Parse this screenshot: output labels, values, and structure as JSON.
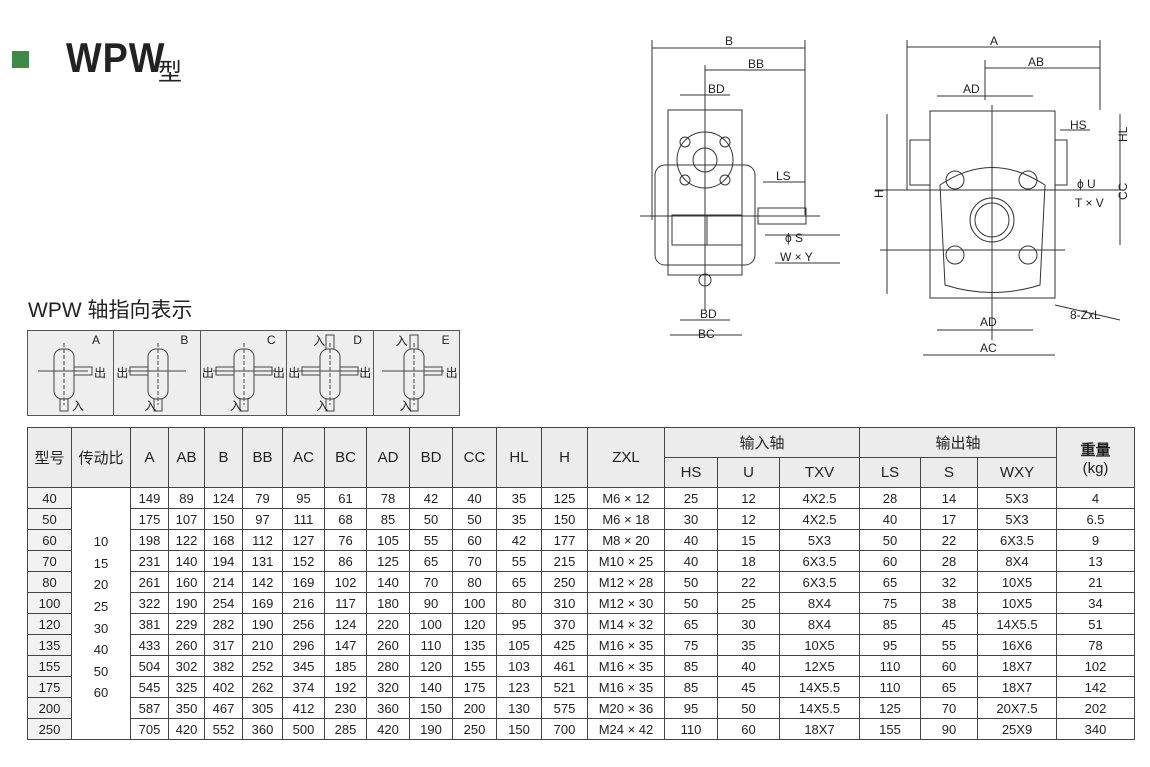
{
  "header": {
    "title": "WPW",
    "title_suffix": "型"
  },
  "drawings": {
    "side": {
      "B": "B",
      "BB": "BB",
      "BD_top": "BD",
      "LS": "LS",
      "S": "ϕ S",
      "WY": "W × Y",
      "BD_bottom": "BD",
      "BC": "BC"
    },
    "front": {
      "A": "A",
      "AB": "AB",
      "AD_top": "AD",
      "HS": "HS",
      "HL": "HL",
      "U": "ϕ U",
      "TV": "T × V",
      "CC": "CC",
      "H": "H",
      "ZxL": "8-ZxL",
      "AD_bottom": "AD",
      "AC": "AC"
    }
  },
  "orientation": {
    "title": "WPW 轴指向表示",
    "out_label": "出",
    "in_label": "入",
    "items": [
      {
        "letter": "A"
      },
      {
        "letter": "B"
      },
      {
        "letter": "C"
      },
      {
        "letter": "D"
      },
      {
        "letter": "E"
      }
    ]
  },
  "table": {
    "headers": {
      "model": "型号",
      "ratio": "传动比",
      "A": "A",
      "AB": "AB",
      "B": "B",
      "BB": "BB",
      "AC": "AC",
      "BC": "BC",
      "AD": "AD",
      "BD": "BD",
      "CC": "CC",
      "HL": "HL",
      "H": "H",
      "ZXL": "ZXL",
      "input": "输入轴",
      "HS": "HS",
      "U": "U",
      "TXV": "TXV",
      "output": "输出轴",
      "LS": "LS",
      "S": "S",
      "WXY": "WXY",
      "weight": "重量",
      "weight_unit": "(kg)"
    },
    "ratios": [
      "10",
      "15",
      "20",
      "25",
      "30",
      "40",
      "50",
      "60"
    ],
    "rows": [
      [
        "40",
        "149",
        "89",
        "124",
        "79",
        "95",
        "61",
        "78",
        "42",
        "40",
        "35",
        "125",
        "M6 × 12",
        "25",
        "12",
        "4X2.5",
        "28",
        "14",
        "5X3",
        "4"
      ],
      [
        "50",
        "175",
        "107",
        "150",
        "97",
        "111",
        "68",
        "85",
        "50",
        "50",
        "35",
        "150",
        "M6 × 18",
        "30",
        "12",
        "4X2.5",
        "40",
        "17",
        "5X3",
        "6.5"
      ],
      [
        "60",
        "198",
        "122",
        "168",
        "112",
        "127",
        "76",
        "105",
        "55",
        "60",
        "42",
        "177",
        "M8 × 20",
        "40",
        "15",
        "5X3",
        "50",
        "22",
        "6X3.5",
        "9"
      ],
      [
        "70",
        "231",
        "140",
        "194",
        "131",
        "152",
        "86",
        "125",
        "65",
        "70",
        "55",
        "215",
        "M10 × 25",
        "40",
        "18",
        "6X3.5",
        "60",
        "28",
        "8X4",
        "13"
      ],
      [
        "80",
        "261",
        "160",
        "214",
        "142",
        "169",
        "102",
        "140",
        "70",
        "80",
        "65",
        "250",
        "M12 × 28",
        "50",
        "22",
        "6X3.5",
        "65",
        "32",
        "10X5",
        "21"
      ],
      [
        "100",
        "322",
        "190",
        "254",
        "169",
        "216",
        "117",
        "180",
        "90",
        "100",
        "80",
        "310",
        "M12 × 30",
        "50",
        "25",
        "8X4",
        "75",
        "38",
        "10X5",
        "34"
      ],
      [
        "120",
        "381",
        "229",
        "282",
        "190",
        "256",
        "124",
        "220",
        "100",
        "120",
        "95",
        "370",
        "M14 × 32",
        "65",
        "30",
        "8X4",
        "85",
        "45",
        "14X5.5",
        "51"
      ],
      [
        "135",
        "433",
        "260",
        "317",
        "210",
        "296",
        "147",
        "260",
        "110",
        "135",
        "105",
        "425",
        "M16 × 35",
        "75",
        "35",
        "10X5",
        "95",
        "55",
        "16X6",
        "78"
      ],
      [
        "155",
        "504",
        "302",
        "382",
        "252",
        "345",
        "185",
        "280",
        "120",
        "155",
        "103",
        "461",
        "M16 × 35",
        "85",
        "40",
        "12X5",
        "110",
        "60",
        "18X7",
        "102"
      ],
      [
        "175",
        "545",
        "325",
        "402",
        "262",
        "374",
        "192",
        "320",
        "140",
        "175",
        "123",
        "521",
        "M16 × 35",
        "85",
        "45",
        "14X5.5",
        "110",
        "65",
        "18X7",
        "142"
      ],
      [
        "200",
        "587",
        "350",
        "467",
        "305",
        "412",
        "230",
        "360",
        "150",
        "200",
        "130",
        "575",
        "M20 × 36",
        "95",
        "50",
        "14X5.5",
        "125",
        "70",
        "20X7.5",
        "202"
      ],
      [
        "250",
        "705",
        "420",
        "552",
        "360",
        "500",
        "285",
        "420",
        "190",
        "250",
        "150",
        "700",
        "M24 × 42",
        "110",
        "60",
        "18X7",
        "155",
        "90",
        "25X9",
        "340"
      ]
    ]
  }
}
